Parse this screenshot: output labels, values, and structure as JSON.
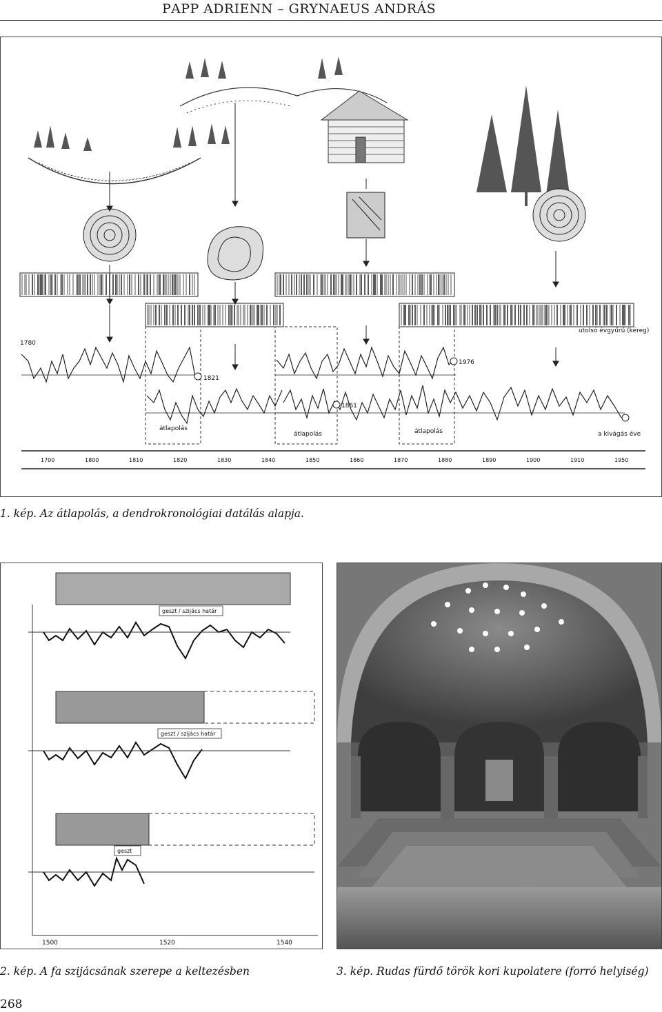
{
  "header": {
    "author1_first": "P",
    "author1_rest": "APP",
    "author1_first2": "A",
    "author1_rest2": "DRIENN",
    "dash": "–",
    "author2_first": "G",
    "author2_rest": "RYNAEUS",
    "author2_first2": "A",
    "author2_rest2": "NDRÁS"
  },
  "figure1": {
    "caption": "1. kép. Az átlapolás, a dendrokronológiai datálás alapja.",
    "labels": {
      "year_start": "1780",
      "marker_a": "1821",
      "marker_b": "1861",
      "marker_c": "1976",
      "overlap": "átlapolás",
      "felling": "utolsó évgyűrű (kéreg)",
      "felling_year": "a kivágás éve"
    },
    "axis_years": [
      "1700",
      "1800",
      "1810",
      "1820",
      "1830",
      "1840",
      "1850",
      "1860",
      "1870",
      "1880",
      "1890",
      "1900",
      "1910",
      "1950"
    ]
  },
  "figure2": {
    "caption": "2. kép. A fa szijácsának szerepe a keltezésben",
    "labels": {
      "band": "geszt / szijács határ",
      "band_short": "geszt"
    },
    "axis_years": [
      "1500",
      "1520",
      "1540"
    ]
  },
  "figure3": {
    "caption": "3. kép. Rudas fürdő török kori kupolatere (forró helyiség)"
  },
  "page": {
    "number": "268"
  }
}
